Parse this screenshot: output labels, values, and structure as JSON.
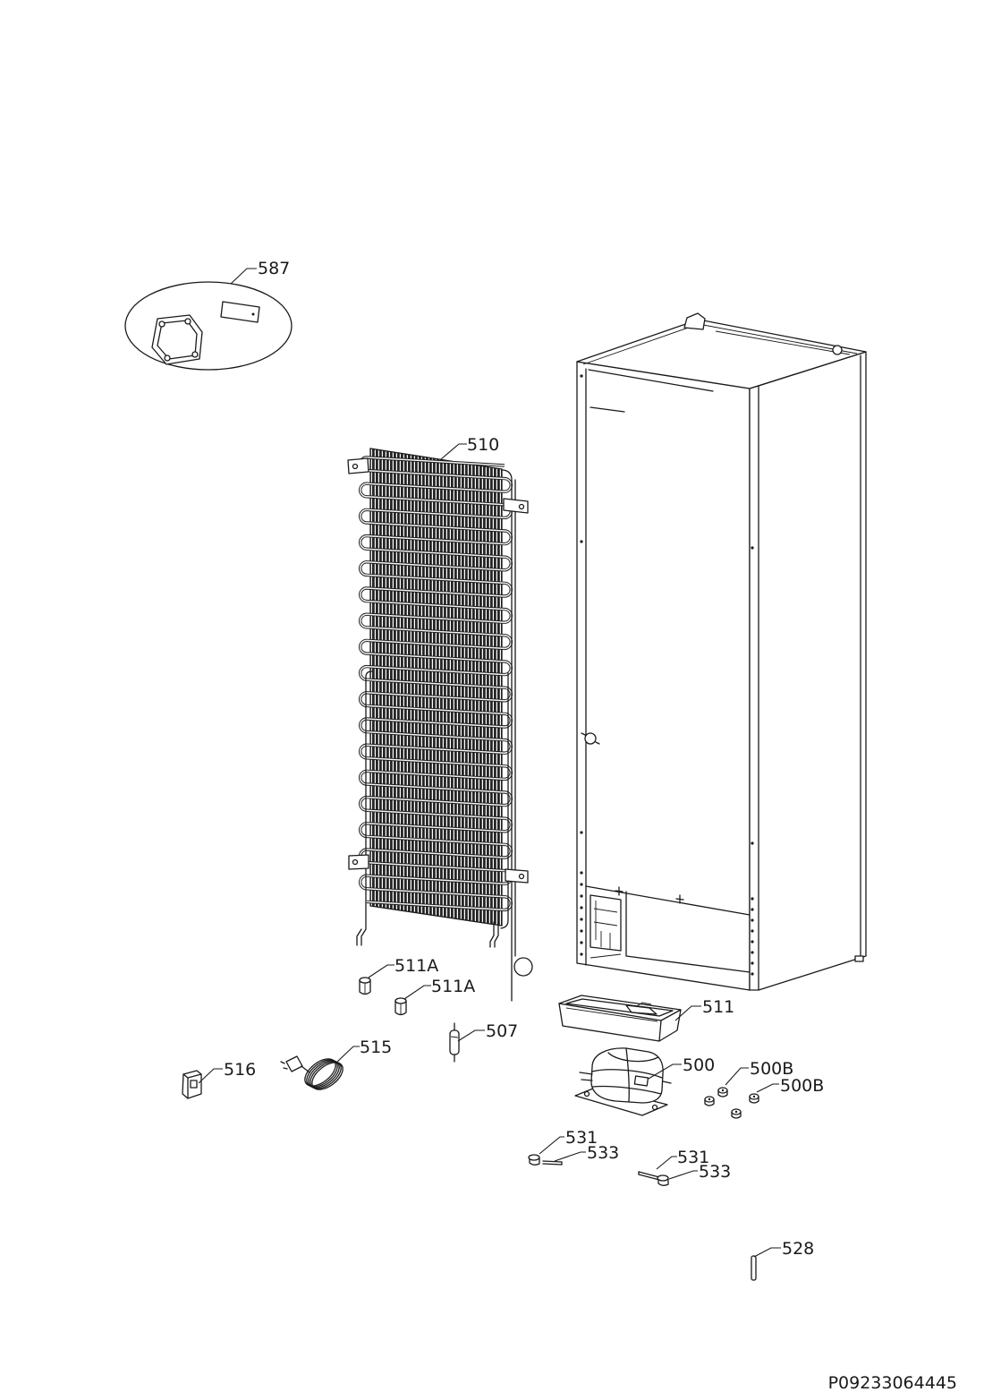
{
  "diagram": {
    "callouts": [
      {
        "label": "587"
      },
      {
        "label": "510"
      },
      {
        "label": "511A"
      },
      {
        "label": "511A"
      },
      {
        "label": "507"
      },
      {
        "label": "515"
      },
      {
        "label": "516"
      },
      {
        "label": "511"
      },
      {
        "label": "500"
      },
      {
        "label": "500B"
      },
      {
        "label": "500B"
      },
      {
        "label": "531"
      },
      {
        "label": "533"
      },
      {
        "label": "531"
      },
      {
        "label": "533"
      },
      {
        "label": "528"
      }
    ],
    "document_code": "P09233064445",
    "colors": {
      "line": "#1a1a1a",
      "background": "#ffffff"
    }
  }
}
